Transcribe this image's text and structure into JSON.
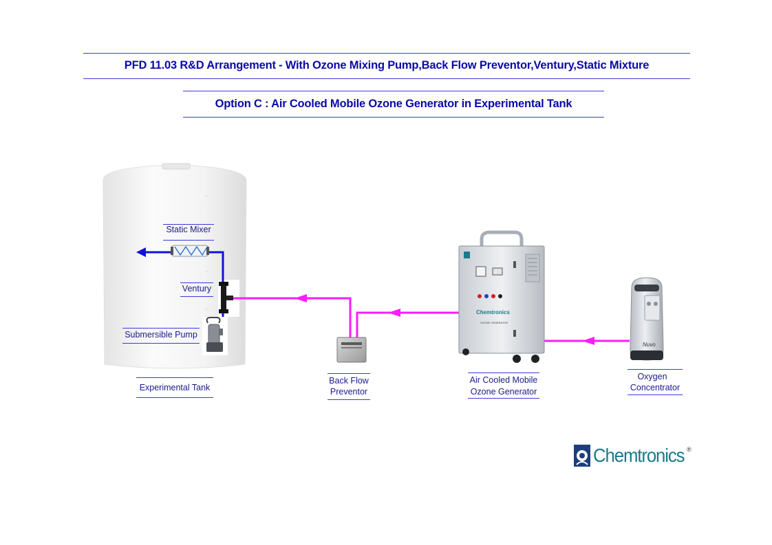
{
  "title": "PFD 11.03 R&D Arrangement - With Ozone Mixing Pump,Back Flow Preventor,Ventury,Static Mixture",
  "subtitle": "Option C : Air Cooled Mobile Ozone Generator in Experimental Tank",
  "labels": {
    "static_mixer": "Static Mixer",
    "ventury": "Ventury",
    "submersible_pump": "Submersible Pump",
    "experimental_tank": "Experimental Tank",
    "back_flow_line1": "Back Flow",
    "back_flow_line2": "Preventor",
    "ozone_gen_line1": "Air Cooled Mobile",
    "ozone_gen_line2": "Ozone Generator",
    "oxygen_line1": "Oxygen",
    "oxygen_line2": "Concentrator"
  },
  "device_text": {
    "generator_brand": "Chemtronics",
    "generator_model": "OZONE GENERATOR",
    "concentrator_brand": "Nuvo"
  },
  "logo": {
    "text": "Chemtronics"
  },
  "colors": {
    "water_line": "#1010e0",
    "ozone_line": "#ff1aff",
    "text": "#0a0aa8",
    "logo": "#1a7a8a"
  }
}
